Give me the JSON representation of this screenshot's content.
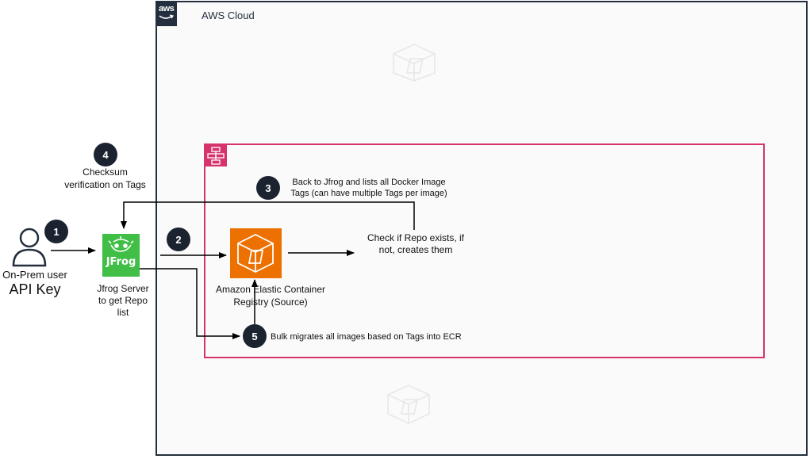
{
  "aws": {
    "badge_text": "aws",
    "title": "AWS Cloud"
  },
  "user": {
    "label": "On-Prem user",
    "sub_label": "API Key"
  },
  "jfrog": {
    "logo_text": "JFrog",
    "label_line1": "Jfrog Server",
    "label_line2": "to get Repo",
    "label_line3": "list"
  },
  "ecr": {
    "label_line1": "Amazon Elastic Container",
    "label_line2": "Registry  (Source)"
  },
  "steps": [
    {
      "number": "1"
    },
    {
      "number": "2"
    },
    {
      "number": "3",
      "text_line1": "Back to Jfrog and lists all Docker Image",
      "text_line2": "Tags (can have multiple Tags per image)"
    },
    {
      "number": "4",
      "text_line1": "Checksum",
      "text_line2": "verification on Tags"
    },
    {
      "number": "5",
      "text_line1": "Bulk migrates all images based on Tags into ECR"
    }
  ],
  "check": {
    "line1": "Check if Repo exists, if",
    "line2": "not, creates them"
  },
  "colors": {
    "aws_dark": "#232f3e",
    "group_border": "#d6336c",
    "jfrog_green": "#40be46",
    "ecr_orange": "#ed7100",
    "badge": "#1b2331"
  }
}
